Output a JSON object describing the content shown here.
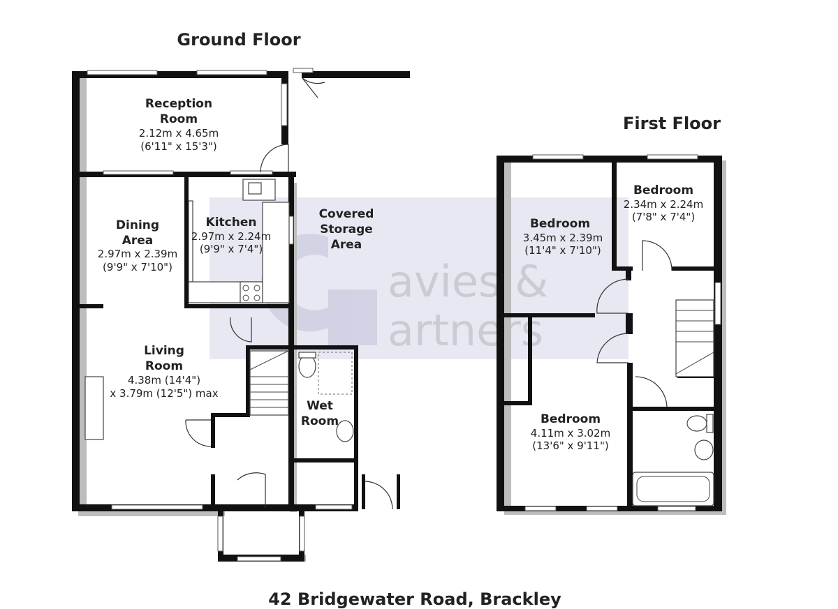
{
  "floors": {
    "ground": {
      "title": "Ground Floor",
      "rooms": [
        {
          "name_l1": "Reception",
          "name_l2": "Room",
          "metric": "2.12m x 4.65m",
          "imperial": "(6'11\" x 15'3\")"
        },
        {
          "name_l1": "Dining",
          "name_l2": "Area",
          "metric": "2.97m x 2.39m",
          "imperial": "(9'9\" x 7'10\")"
        },
        {
          "name_l1": "Kitchen",
          "metric": "2.97m x 2.24m",
          "imperial": "(9'9\" x 7'4\")"
        },
        {
          "name_l1": "Covered",
          "name_l2": "Storage",
          "name_l3": "Area"
        },
        {
          "name_l1": "Living",
          "name_l2": "Room",
          "metric": "4.38m (14'4\")",
          "imperial": "x 3.79m (12'5\") max"
        },
        {
          "name_l1": "Wet",
          "name_l2": "Room"
        }
      ]
    },
    "first": {
      "title": "First Floor",
      "rooms": [
        {
          "name_l1": "Bedroom",
          "metric": "3.45m x 2.39m",
          "imperial": "(11'4\" x 7'10\")"
        },
        {
          "name_l1": "Bedroom",
          "metric": "2.34m x 2.24m",
          "imperial": "(7'8\" x 7'4\")"
        },
        {
          "name_l1": "Bedroom",
          "metric": "4.11m x 3.02m",
          "imperial": "(13'6\" x 9'11\")"
        }
      ]
    }
  },
  "address": "42 Bridgewater Road, Brackley",
  "watermark": {
    "line1": "avies &",
    "line2": "artners",
    "color": "#3a3f8a"
  },
  "colors": {
    "wall": "#111111",
    "shadow": "#bdbdbd",
    "text": "#222222"
  }
}
